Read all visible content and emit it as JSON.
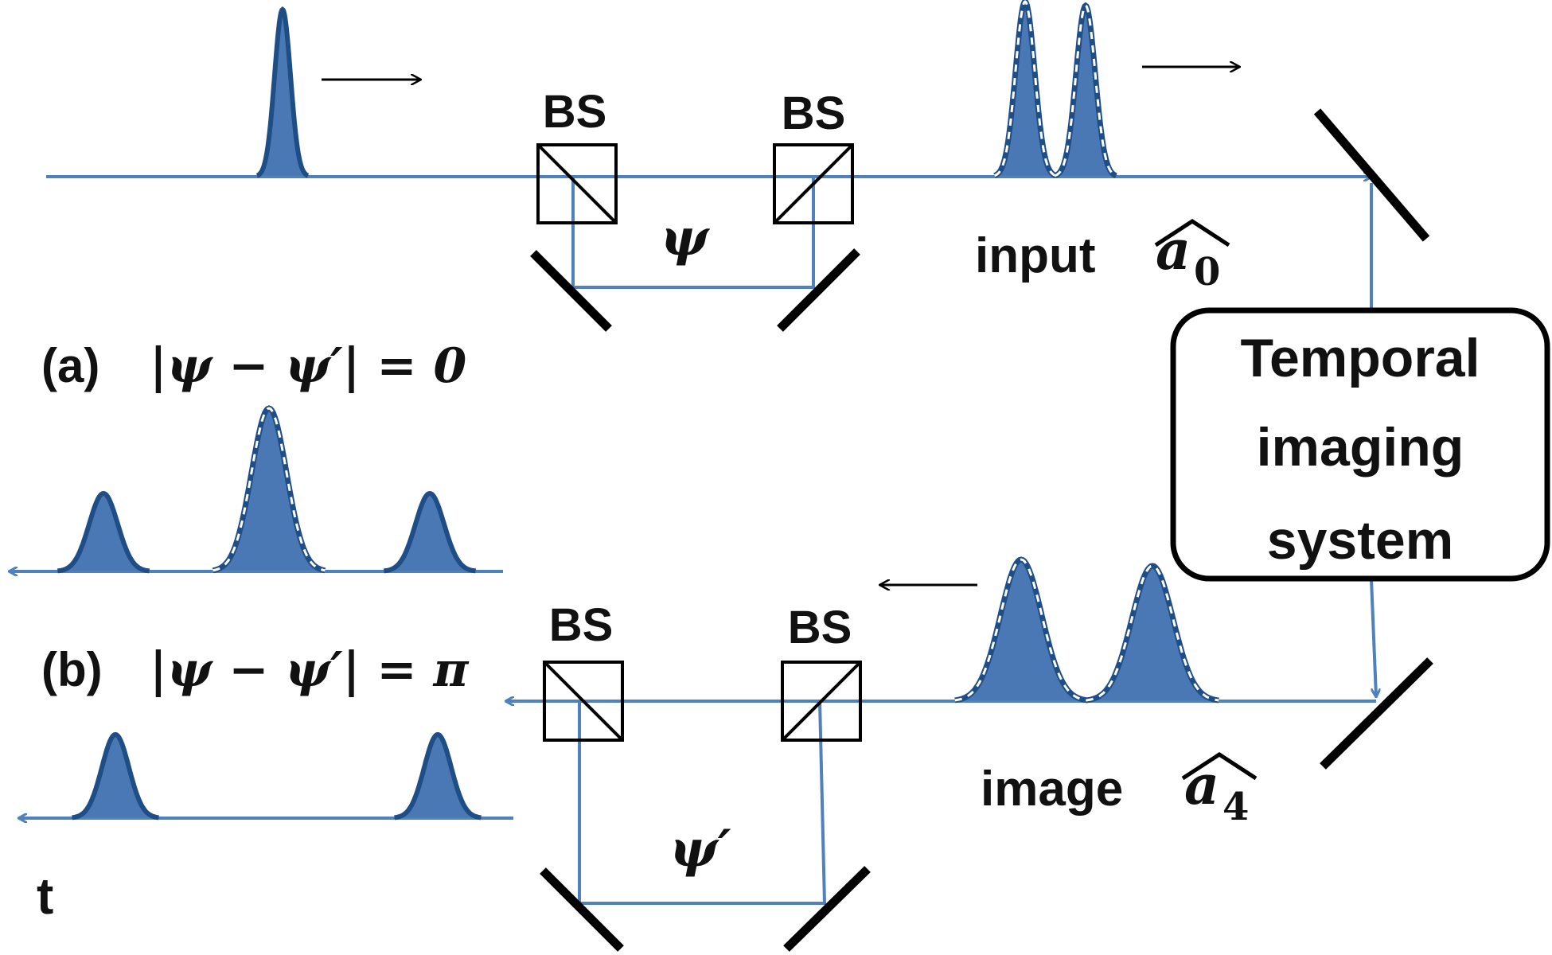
{
  "colors": {
    "beam": "#4f81bd",
    "pulse_fill": "#4a78b4",
    "pulse_edge": "#1f4e86",
    "ink": "#000000"
  },
  "labels": {
    "bs_top_left": "BS",
    "bs_top_right": "BS",
    "bs_bottom_left": "BS",
    "bs_bottom_right": "BS",
    "psi_top": "ψ",
    "psi_bottom": "ψ′",
    "input_word": "input",
    "input_operator_base": "a",
    "input_operator_sub": "0",
    "image_word": "image",
    "image_operator_base": "a",
    "image_operator_sub": "4",
    "panel_a_tag": "(a)",
    "panel_a_expr": "|ψ − ψ′| = 0",
    "panel_b_tag": "(b)",
    "panel_b_expr": "|ψ − ψ′| = π",
    "time_axis": "t"
  },
  "box": {
    "line1": "Temporal",
    "line2": "imaging",
    "line3": "system"
  },
  "icons": [
    "beam-splitter-icon",
    "mirror-icon",
    "arrow-icon",
    "pulse-icon"
  ]
}
